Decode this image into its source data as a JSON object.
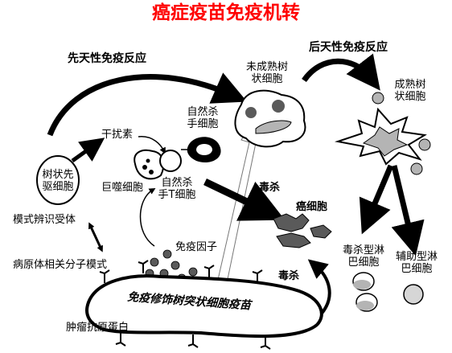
{
  "title": "癌症疫苗免疫机转",
  "colors": {
    "title": "#ff0000",
    "arrow": "#000000",
    "cell_fill": "#ffffff",
    "dark_cell": "#5a5a5a",
    "gray_cell": "#b4b4b4"
  },
  "labels": {
    "innate": "先天性免疫反应",
    "adaptive": "后天性免疫反应",
    "immature_dc_1": "未成熟树",
    "immature_dc_2": "状细胞",
    "mature_dc_1": "成熟树",
    "mature_dc_2": "状细胞",
    "nk_1": "自然杀",
    "nk_2": "手细胞",
    "interferon": "干扰素",
    "dc_precursor_1": "树状先",
    "dc_precursor_2": "驱细胞",
    "macrophage": "巨噬细胞",
    "nkt_1": "自然杀",
    "nkt_2": "手T细胞",
    "kill_1": "毒杀",
    "cancer_cell": "癌细胞",
    "pattern_receptor": "模式辨识受体",
    "pamp": "病原体相关分子模式",
    "cytokine": "免疫因子",
    "ctl_1": "毒杀型淋",
    "ctl_2": "巴细胞",
    "helper_1": "辅助型淋",
    "helper_2": "巴细胞",
    "kill_2": "毒杀",
    "vaccine": "免疫修饰树突状细胞疫苗",
    "tumor_antigen": "肿瘤抗原蛋白"
  }
}
